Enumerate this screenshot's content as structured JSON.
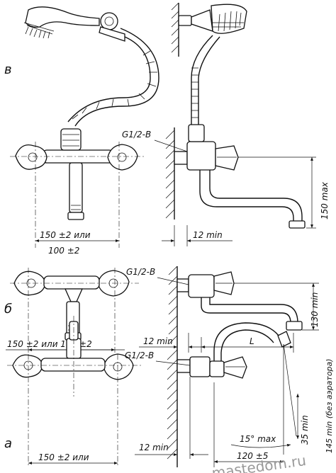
{
  "variants": {
    "v": {
      "letter": "в",
      "thread": "G1/2-B",
      "width": "150 ±2 или",
      "width_alt": "100 ±2",
      "wall_min": "12 min",
      "height_max": "150 max"
    },
    "b": {
      "letter": "б",
      "thread": "G1/2-B",
      "width": "150 ±2 или 100 ±2",
      "wall_min": "12 min",
      "spout_height": "130 min",
      "spout_height_alt": "145 min (без аэратора)",
      "spout_len": "L"
    },
    "a": {
      "letter": "а",
      "thread": "G1/2-B",
      "width": "150 ±2 или",
      "wall_min": "12 min",
      "angle": "15° max",
      "spout_len": "120 ±5",
      "nozzle_gap": "35 min"
    }
  },
  "watermark": "mastedom.ru",
  "colors": {
    "ink": "#111111",
    "paper": "#ffffff",
    "watermark": "#9a9a9a"
  }
}
